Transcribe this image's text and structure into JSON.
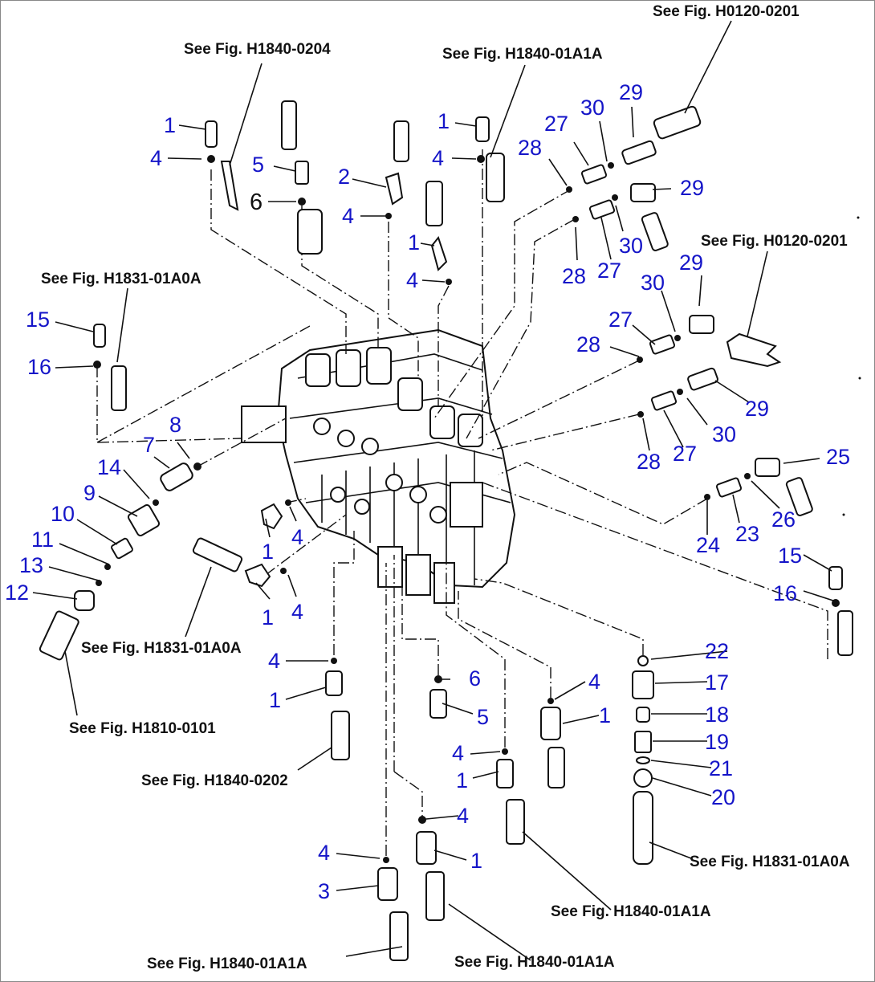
{
  "references": [
    "See Fig. H0120-0201",
    "See Fig. H1840-0204",
    "See Fig. H1840-01A1A",
    "See Fig. H0120-0201",
    "See Fig. H1831-01A0A",
    "See Fig. H1831-01A0A",
    "See Fig. H1810-0101",
    "See Fig. H1840-0202",
    "See Fig. H1831-01A0A",
    "See Fig. H1840-01A1A",
    "See Fig. H1840-01A1A",
    "See Fig. H1840-01A1A"
  ],
  "callouts": [
    "1",
    "4",
    "5",
    "6",
    "2",
    "4",
    "1",
    "4",
    "1",
    "4",
    "27",
    "28",
    "30",
    "29",
    "29",
    "27",
    "30",
    "28",
    "29",
    "30",
    "27",
    "28",
    "29",
    "30",
    "28",
    "27",
    "15",
    "16",
    "8",
    "7",
    "14",
    "9",
    "10",
    "11",
    "13",
    "12",
    "1",
    "4",
    "1",
    "4",
    "25",
    "26",
    "23",
    "24",
    "15",
    "16",
    "22",
    "17",
    "18",
    "19",
    "21",
    "20",
    "4",
    "1",
    "6",
    "5",
    "4",
    "1",
    "4",
    "1",
    "4",
    "1",
    "4",
    "3"
  ]
}
